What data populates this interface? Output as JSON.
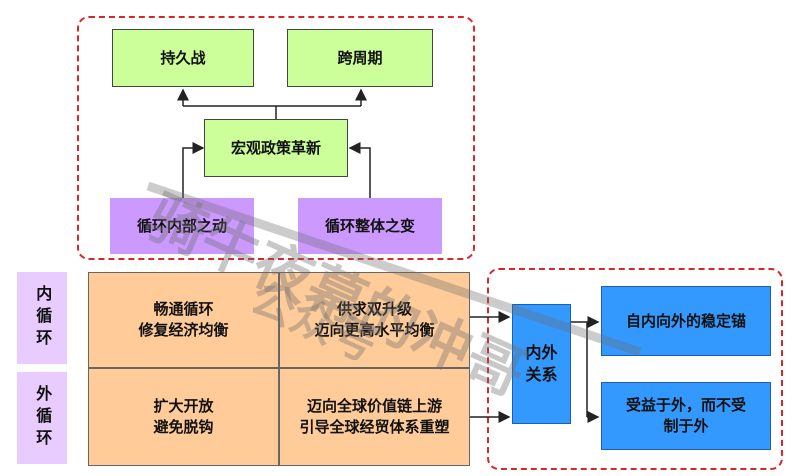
{
  "top": {
    "outcomes": [
      "持久战",
      "跨周期"
    ],
    "center": "宏观政策革新",
    "drivers": [
      "循环内部之动",
      "循环整体之变"
    ]
  },
  "inner_label": "内循环",
  "outer_label": "外循环",
  "grid": {
    "inner_left": "畅通循环\n修复经济均衡",
    "inner_right": "供求双升级\n迈向更高水平均衡",
    "outer_left": "扩大开放\n避免脱钩",
    "outer_right": "迈向全球价值链上游\n引导全球经贸体系重塑"
  },
  "relation": {
    "center": "内外\n关系",
    "targets": [
      "自内向外的稳定锚",
      "受益于外，而不受\n制于外"
    ]
  },
  "watermark": {
    "main": "骑牛夜幕的冲哥",
    "sub": "公众号"
  },
  "colors": {
    "green": "#ccff99",
    "purple": "#cc99ff",
    "peach": "#ffcc99",
    "blue": "#3399ff",
    "dash": "#d62828"
  }
}
